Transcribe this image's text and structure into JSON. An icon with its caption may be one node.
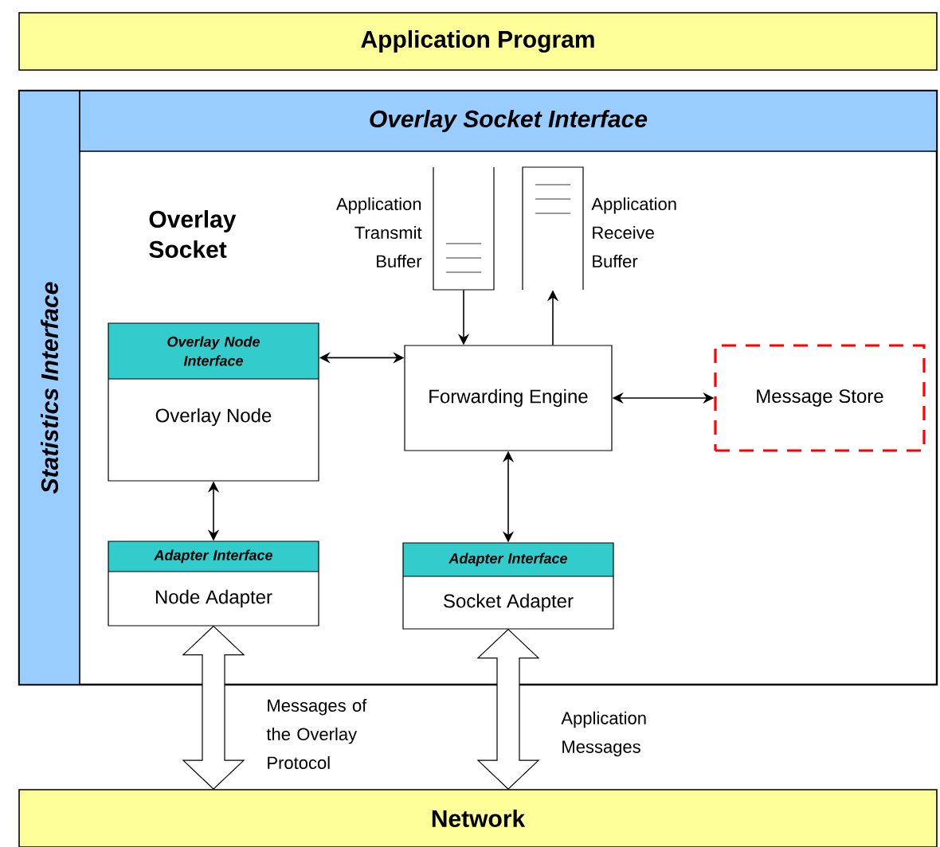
{
  "diagram": {
    "nodes": [
      {
        "text": [
          "Application Program"
        ]
      },
      {
        "text": [
          "Overlay Socket"
        ]
      },
      {
        "text": [
          "Statistics Interface"
        ],
        "in": 1
      },
      {
        "text": [
          "Overlay Socket Interface"
        ],
        "in": 1
      },
      {
        "text": [
          "Application Transmit Buffer"
        ],
        "in": 1
      },
      {
        "text": [
          "Application Receive Buffer"
        ],
        "in": 1
      },
      {
        "text": [
          "Overlay Node Interface",
          "Overlay Node"
        ],
        "in": 1
      },
      {
        "text": [
          "Forwarding Engine"
        ],
        "in": 1
      },
      {
        "text": [
          "Message Store"
        ],
        "in": 1
      },
      {
        "text": [
          "Adapter Interface",
          "Node Adapter"
        ],
        "in": 1
      },
      {
        "text": [
          "Adapter Interface",
          "Socket Adapter"
        ],
        "in": 1
      },
      {
        "text": [
          "Network"
        ]
      }
    ],
    "edges": [
      {
        "from": 4,
        "to": 7,
        "arrow": "to"
      },
      {
        "from": 7,
        "to": 5,
        "arrow": "to"
      },
      {
        "from": 6,
        "to": 7,
        "arrow": "both"
      },
      {
        "from": 7,
        "to": 8,
        "arrow": "both"
      },
      {
        "from": 6,
        "to": 9,
        "arrow": "both"
      },
      {
        "from": 10,
        "to": 7,
        "arrow": "both"
      },
      {
        "from": 9,
        "to": 11,
        "arrow": "both",
        "style": "thick",
        "label": "Messages of the Overlay Protocol"
      },
      {
        "from": 10,
        "to": 11,
        "arrow": "both",
        "style": "thick",
        "label": "Application Messages"
      }
    ]
  }
}
